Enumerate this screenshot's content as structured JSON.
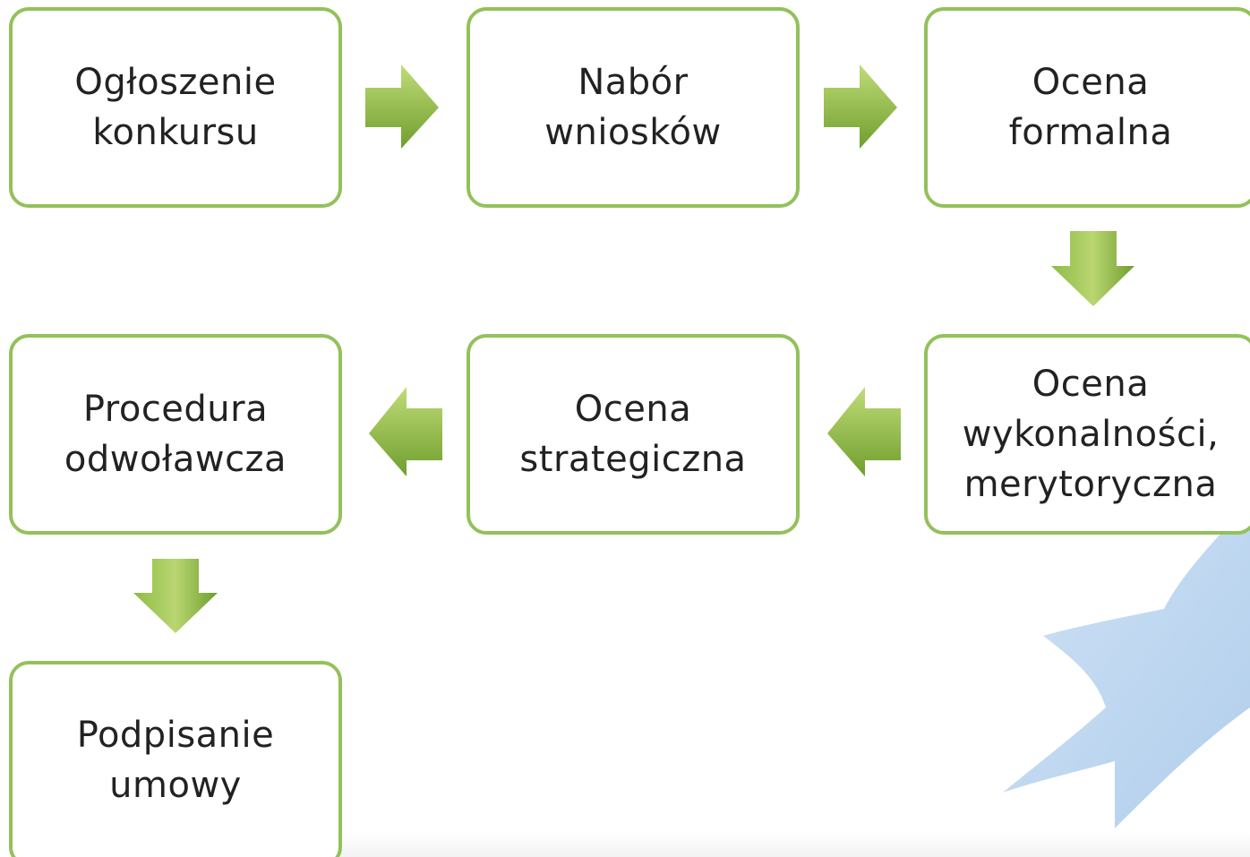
{
  "diagram": {
    "nodes": [
      {
        "id": "ogloszenie",
        "label": "Ogłoszenie\nkonkursu"
      },
      {
        "id": "nabor",
        "label": "Nabór\nwniosków"
      },
      {
        "id": "ocena-formalna",
        "label": "Ocena\nformalna"
      },
      {
        "id": "ocena-wykonalnosci",
        "label": "Ocena\nwykonalności,\nmerytoryczna"
      },
      {
        "id": "ocena-strategiczna",
        "label": "Ocena\nstrategiczna"
      },
      {
        "id": "procedura",
        "label": "Procedura\nodwoławcza"
      },
      {
        "id": "podpisanie",
        "label": "Podpisanie\numowy"
      }
    ],
    "edges": [
      {
        "from": "ogloszenie",
        "to": "nabor",
        "direction": "right"
      },
      {
        "from": "nabor",
        "to": "ocena-formalna",
        "direction": "right"
      },
      {
        "from": "ocena-formalna",
        "to": "ocena-wykonalnosci",
        "direction": "down"
      },
      {
        "from": "ocena-wykonalnosci",
        "to": "ocena-strategiczna",
        "direction": "left"
      },
      {
        "from": "ocena-strategiczna",
        "to": "procedura",
        "direction": "left"
      },
      {
        "from": "procedura",
        "to": "podpisanie",
        "direction": "down"
      }
    ]
  },
  "colors": {
    "border": "#93c15a",
    "arrow_light": "#b5d56f",
    "arrow_dark": "#6f9e2d",
    "decoration": "#bcd6f0"
  },
  "decoration": {
    "icon": "star-shape-icon"
  }
}
